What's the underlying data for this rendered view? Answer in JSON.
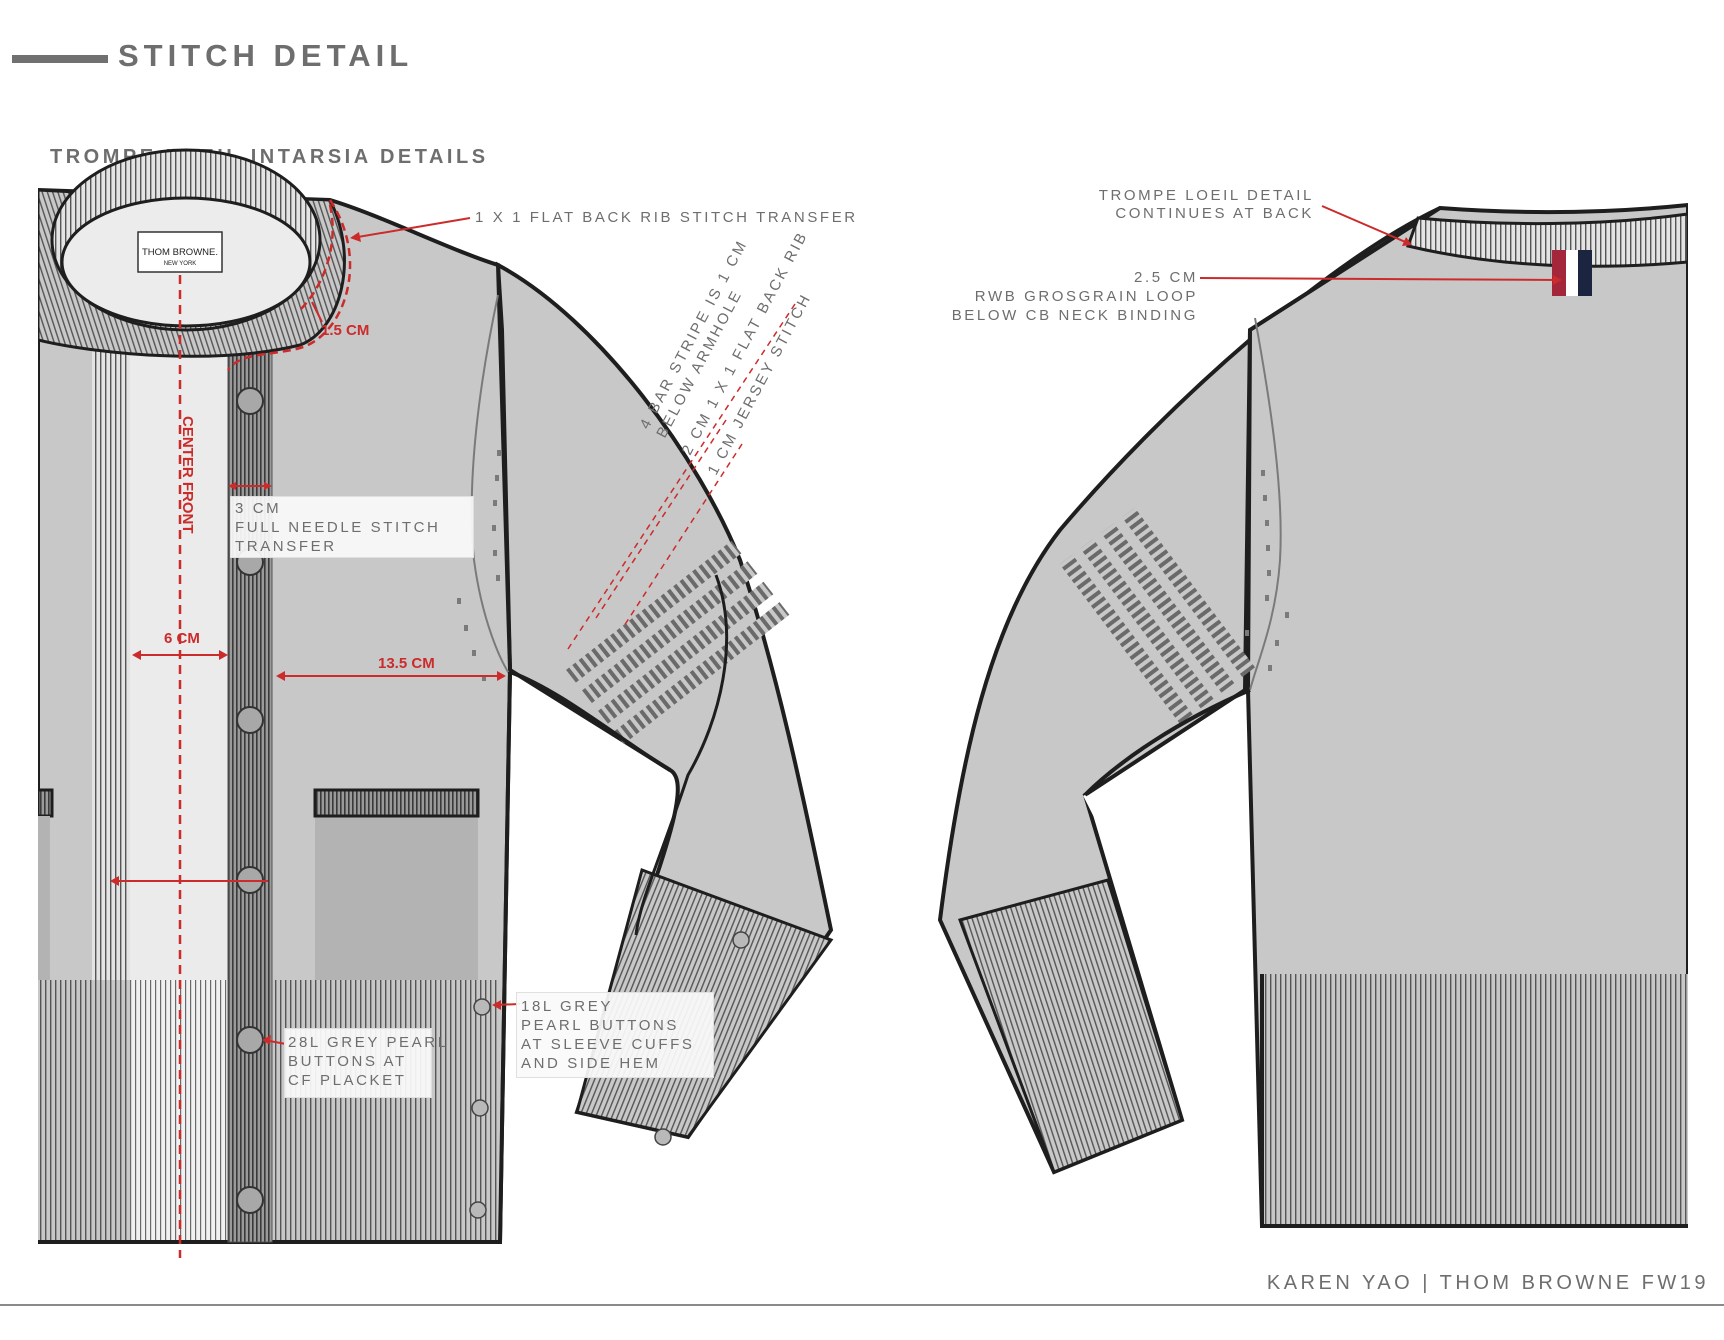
{
  "header": {
    "title": "STITCH DETAIL",
    "subtitle": "TROMPE LOEIL INTARSIA DETAILS"
  },
  "brand_label": {
    "line1": "THOM BROWNE.",
    "line2": "NEW YORK"
  },
  "callouts": {
    "neck_rib": "1 X 1 FLAT BACK RIB STITCH TRANSFER",
    "neck_width": "1.5 CM",
    "center_front": "CENTER FRONT",
    "placket_width": "3 CM",
    "placket_line1": "FULL NEEDLE STITCH",
    "placket_line2": "TRANSFER",
    "front_width": "6 CM",
    "body_width": "13.5 CM",
    "stripe_note_1a": "4 BAR STRIPE IS 1 CM",
    "stripe_note_1b": "BELOW ARMHOLE",
    "stripe_note_2": "2 CM 1 X 1 FLAT BACK RIB",
    "stripe_note_3": "1 CM JERSEY STITCH",
    "cf_buttons_1": "28L GREY PEARL",
    "cf_buttons_2": "BUTTONS AT",
    "cf_buttons_3": "CF PLACKET",
    "cuff_buttons_1": "18L GREY",
    "cuff_buttons_2": "PEARL BUTTONS",
    "cuff_buttons_3": "AT SLEEVE CUFFS",
    "cuff_buttons_4": "AND SIDE HEM",
    "back_detail_1": "TROMPE LOEIL DETAIL",
    "back_detail_2": "CONTINUES AT BACK",
    "loop_1": "2.5 CM",
    "loop_2": "RWB GROSGRAIN LOOP",
    "loop_3": "BELOW CB NECK BINDING"
  },
  "footer": {
    "credit": "KAREN YAO | THOM BROWNE FW19"
  },
  "colors": {
    "body_fill": "#c8c8c9",
    "placket_light": "#ebebeb",
    "pocket": "#b3b3b4",
    "outline": "#1e1e1e",
    "annotation_red": "#cc2b2b",
    "text_grey": "#6e6e6e",
    "stripe_dark": "#6a6a6a",
    "grosgrain_red": "#a3263b",
    "grosgrain_navy": "#1c2540"
  }
}
